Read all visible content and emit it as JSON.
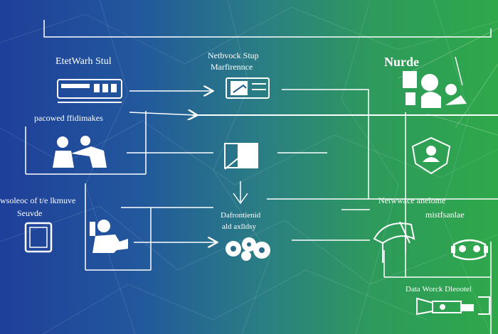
{
  "labels": {
    "top_left_title": "EtetWarh Stul",
    "top_left_sub": "pacowed ffidimakes",
    "top_center_title": "Netbvock Stup",
    "top_center_sub": "Marfirennce",
    "top_right_title": "Nurde",
    "mid_left_title": "wsoleoc of t/e lkmuve",
    "mid_left_sub": "Seuvde",
    "mid_center_title": "Dafrontienid",
    "mid_center_sub": "ald axlldsy",
    "mid_right_title": "Netwwace anelome",
    "mid_right_sub": "mistfsanlae",
    "bottom_right_title": "Data Worck Dleootel"
  },
  "icons": [
    "server-icon",
    "laptop-icon",
    "nurse-network-icon",
    "people-icon",
    "edit-window-icon",
    "shield-person-icon",
    "tablet-icon",
    "person-icon",
    "gear-cluster-icon",
    "lab-device-icon",
    "robot-face-icon",
    "equipment-icon"
  ],
  "colors": {
    "bg_left": "#1f3f9a",
    "bg_mid": "#2a7d84",
    "bg_right": "#2fa84a",
    "line": "#ffffff"
  }
}
